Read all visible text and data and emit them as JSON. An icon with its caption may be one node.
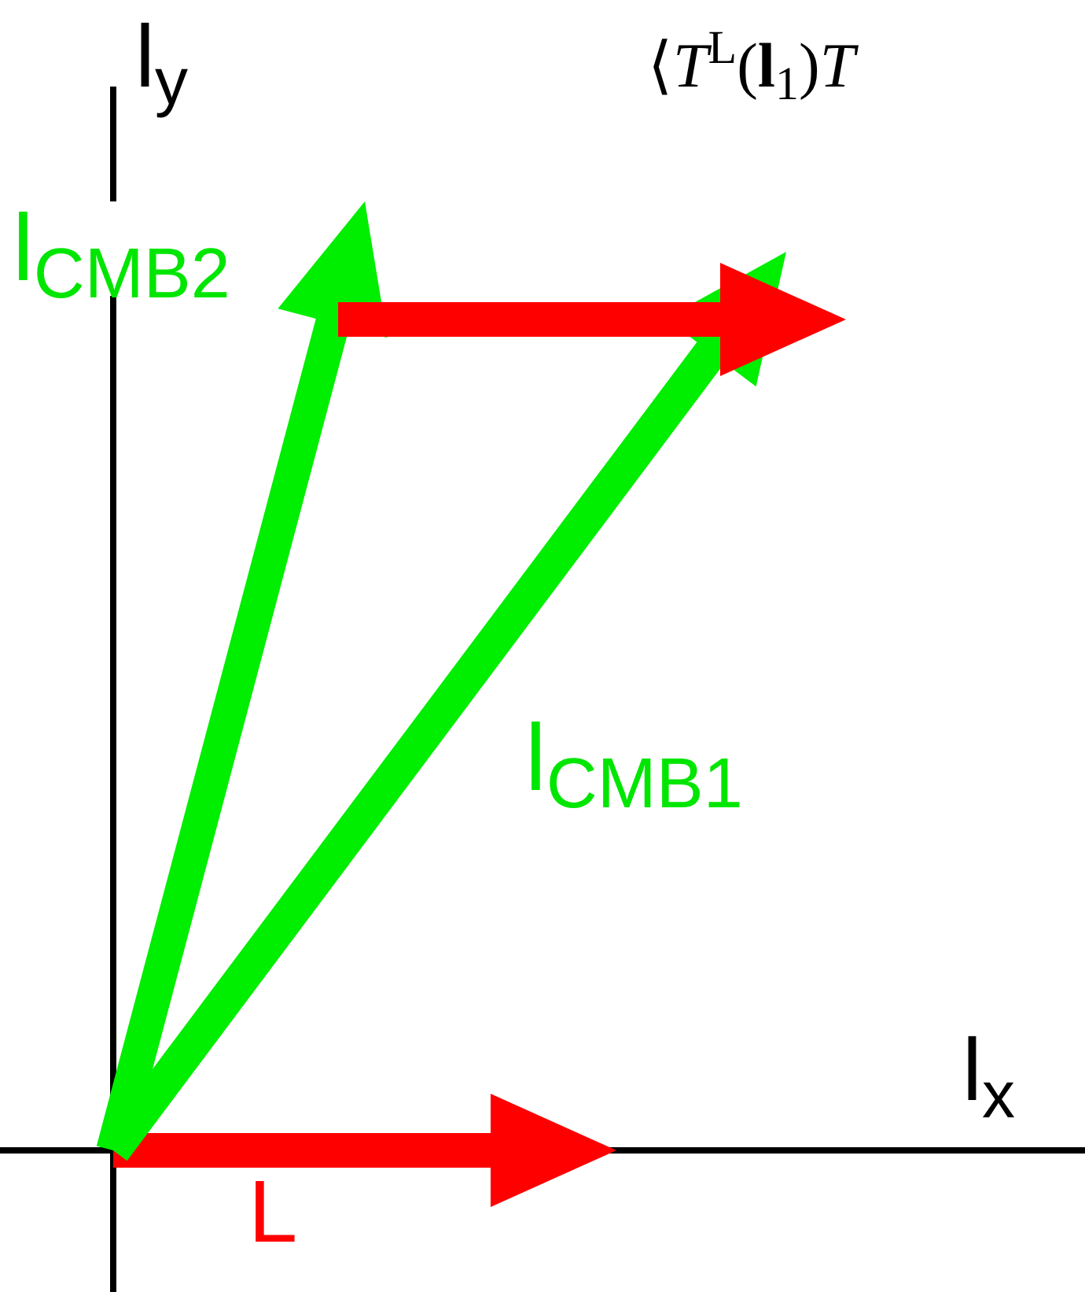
{
  "diagram": {
    "labels": [
      "l$_{y}$",
      "⟨*T*$^{L}$(**l**$_{1}$)*T*",
      "l$_{CMB2}$",
      "l$_{CMB1}$",
      "l$_{x}$",
      "L"
    ]
  }
}
